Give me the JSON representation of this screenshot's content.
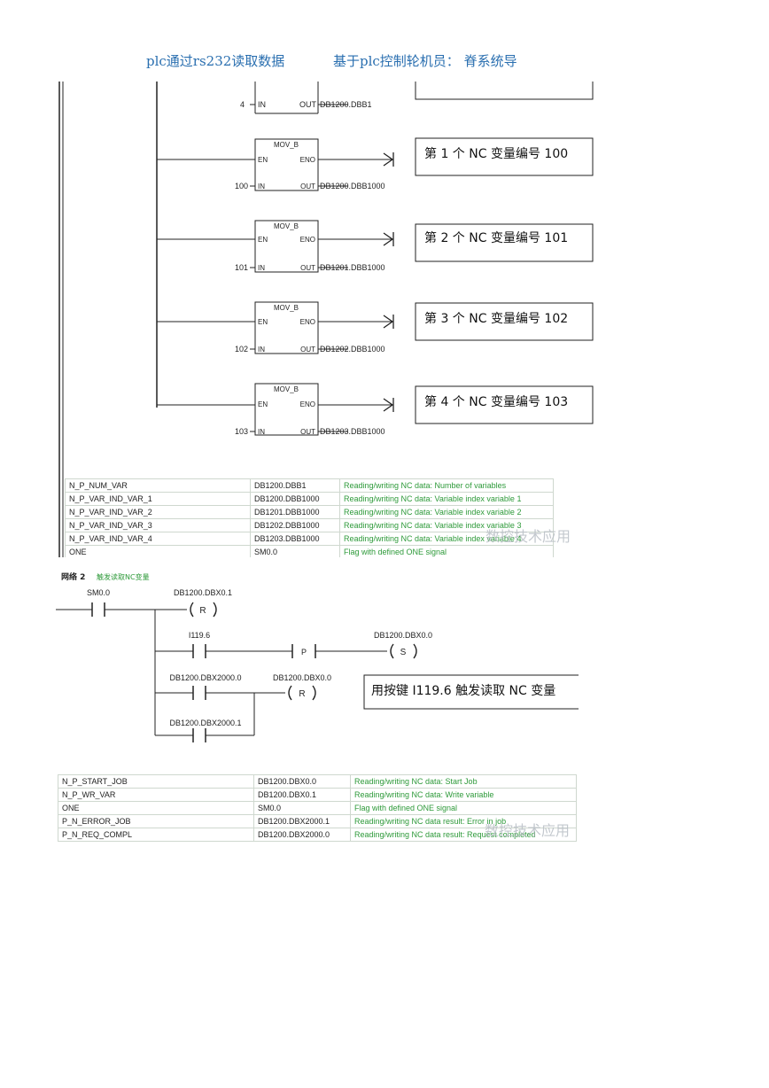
{
  "header": {
    "link1": "plc通过rs232读取数据",
    "link2": "基于plc控制轮机员：  脊系统导"
  },
  "panel1": {
    "top_partial": {
      "input_value": "4",
      "input_pin": "IN",
      "output_pin": "OUT",
      "output_address": "DB1200.DBB1"
    },
    "blocks": [
      {
        "title": "MOV_B",
        "en": "EN",
        "eno": "ENO",
        "in_pin": "IN",
        "out_pin": "OUT",
        "in_value": "100",
        "out_address": "DB1200.DBB1000",
        "note": "第 1 个 NC 变量编号 100"
      },
      {
        "title": "MOV_B",
        "en": "EN",
        "eno": "ENO",
        "in_pin": "IN",
        "out_pin": "OUT",
        "in_value": "101",
        "out_address": "DB1201.DBB1000",
        "note": "第 2 个 NC 变量编号 101"
      },
      {
        "title": "MOV_B",
        "en": "EN",
        "eno": "ENO",
        "in_pin": "IN",
        "out_pin": "OUT",
        "in_value": "102",
        "out_address": "DB1202.DBB1000",
        "note": "第 3 个 NC 变量编号 102"
      },
      {
        "title": "MOV_B",
        "en": "EN",
        "eno": "ENO",
        "in_pin": "IN",
        "out_pin": "OUT",
        "in_value": "103",
        "out_address": "DB1203.DBB1000",
        "note": "第 4 个 NC 变量编号 103"
      }
    ],
    "symbols": [
      {
        "name": "N_P_NUM_VAR",
        "address": "DB1200.DBB1",
        "comment": "Reading/writing NC data: Number of variables"
      },
      {
        "name": "N_P_VAR_IND_VAR_1",
        "address": "DB1200.DBB1000",
        "comment": "Reading/writing NC data: Variable index variable 1"
      },
      {
        "name": "N_P_VAR_IND_VAR_2",
        "address": "DB1201.DBB1000",
        "comment": "Reading/writing NC data: Variable index variable 2"
      },
      {
        "name": "N_P_VAR_IND_VAR_3",
        "address": "DB1202.DBB1000",
        "comment": "Reading/writing NC data: Variable index variable 3"
      },
      {
        "name": "N_P_VAR_IND_VAR_4",
        "address": "DB1203.DBB1000",
        "comment": "Reading/writing NC data: Variable index variable 4"
      },
      {
        "name": "ONE",
        "address": "SM0.0",
        "comment": "Flag with defined ONE signal"
      }
    ],
    "watermark": "数控技术应用"
  },
  "panel2": {
    "network_label": "网络 2",
    "network_comment": "触发读取NC变量",
    "contacts": {
      "sm00": "SM0.0",
      "reset_coil_addr": "DB1200.DBX0.1",
      "coil_r": "R",
      "i1196": "I119.6",
      "p_label": "P",
      "set_coil_addr": "DB1200.DBX0.0",
      "coil_s": "S",
      "dbx2000_0": "DB1200.DBX2000.0",
      "reset2_addr": "DB1200.DBX0.0",
      "coil_r2": "R",
      "dbx2000_1": "DB1200.DBX2000.1"
    },
    "note": "用按键 I119.6 触发读取 NC 变量",
    "symbols": [
      {
        "name": "N_P_START_JOB",
        "address": "DB1200.DBX0.0",
        "comment": "Reading/writing NC data: Start Job"
      },
      {
        "name": "N_P_WR_VAR",
        "address": "DB1200.DBX0.1",
        "comment": "Reading/writing NC data: Write variable"
      },
      {
        "name": "ONE",
        "address": "SM0.0",
        "comment": "Flag with defined ONE signal"
      },
      {
        "name": "P_N_ERROR_JOB",
        "address": "DB1200.DBX2000.1",
        "comment": "Reading/writing NC data result: Error in job"
      },
      {
        "name": "P_N_REQ_COMPL",
        "address": "DB1200.DBX2000.0",
        "comment": "Reading/writing NC data result: Request completed"
      }
    ],
    "watermark": "数控技术应用"
  }
}
